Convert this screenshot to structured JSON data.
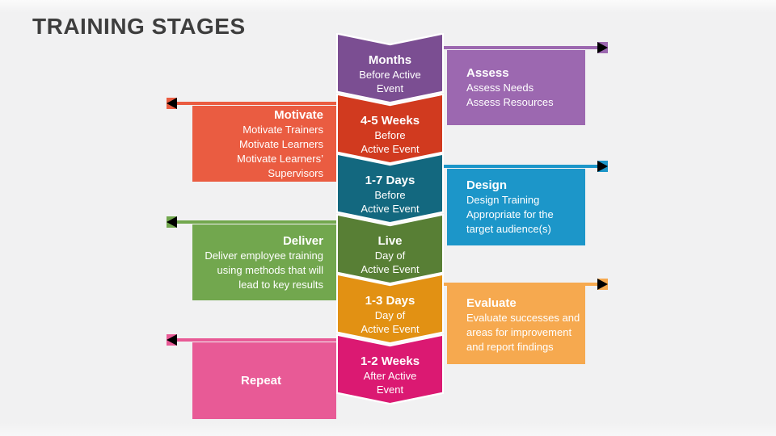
{
  "title": "TRAINING STAGES",
  "palette": {
    "background": "#F1F1F2",
    "title_text": "#3E3E3E",
    "chevron_months": "#7B4E92",
    "chevron_45_weeks": "#D13A1F",
    "chevron_17_days": "#13687F",
    "chevron_live": "#587F35",
    "chevron_13_days": "#E29113",
    "chevron_12_weeks": "#DB1972",
    "callout_assess": "#9C68B0",
    "callout_motivate": "#EA5C41",
    "callout_design": "#1C96C9",
    "callout_deliver": "#72A74E",
    "callout_evaluate": "#F6A94F",
    "callout_repeat": "#E85A96"
  },
  "chevrons": [
    {
      "heading": "Months",
      "body": "Before Active\nEvent"
    },
    {
      "heading": "4-5 Weeks",
      "body": "Before\nActive Event"
    },
    {
      "heading": "1-7 Days",
      "body": "Before\nActive Event"
    },
    {
      "heading": "Live",
      "body": "Day of\nActive Event"
    },
    {
      "heading": "1-3 Days",
      "body": "Day of\nActive Event"
    },
    {
      "heading": "1-2 Weeks",
      "body": "After Active\nEvent"
    }
  ],
  "callouts": [
    {
      "heading": "Assess",
      "side": "right",
      "body": "Assess Needs\nAssess Resources"
    },
    {
      "heading": "Motivate",
      "side": "left",
      "body": "Motivate Trainers\nMotivate Learners\nMotivate Learners’\nSupervisors"
    },
    {
      "heading": "Design",
      "side": "right",
      "body": "Design Training\nAppropriate for the\ntarget audience(s)"
    },
    {
      "heading": "Deliver",
      "side": "left",
      "body": "Deliver employee training\nusing methods that will\nlead to key results"
    },
    {
      "heading": "Evaluate",
      "side": "right",
      "body": "Evaluate successes and\nareas for improvement\nand report findings"
    },
    {
      "heading": "Repeat",
      "side": "left",
      "body": ""
    }
  ]
}
